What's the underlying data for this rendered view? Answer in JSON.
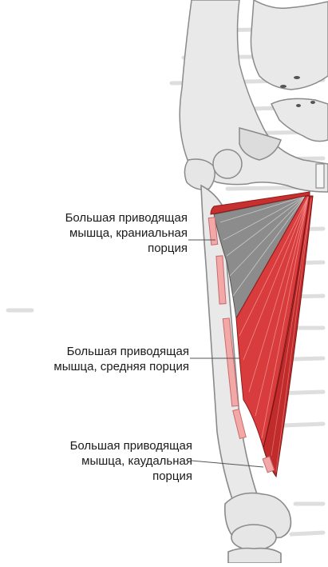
{
  "labels": {
    "cranial": {
      "line1": "Большая приводящая",
      "line2": "мышца, краниальная",
      "line3": "порция"
    },
    "middle": {
      "line1": "Большая приводящая",
      "line2": "мышца, средняя порция"
    },
    "caudal": {
      "line1": "Большая приводящая",
      "line2": "мышца, каудальная",
      "line3": "порция"
    }
  },
  "colors": {
    "bone": "#e9e9e9",
    "bone_outline": "#8a8a8a",
    "muscle_red": "#d83c3c",
    "muscle_dark": "#9e1f1f",
    "muscle_gray": "#8c8c8c",
    "insertion_pink": "#f3a8a8",
    "background_text": "#b5b5b5"
  }
}
